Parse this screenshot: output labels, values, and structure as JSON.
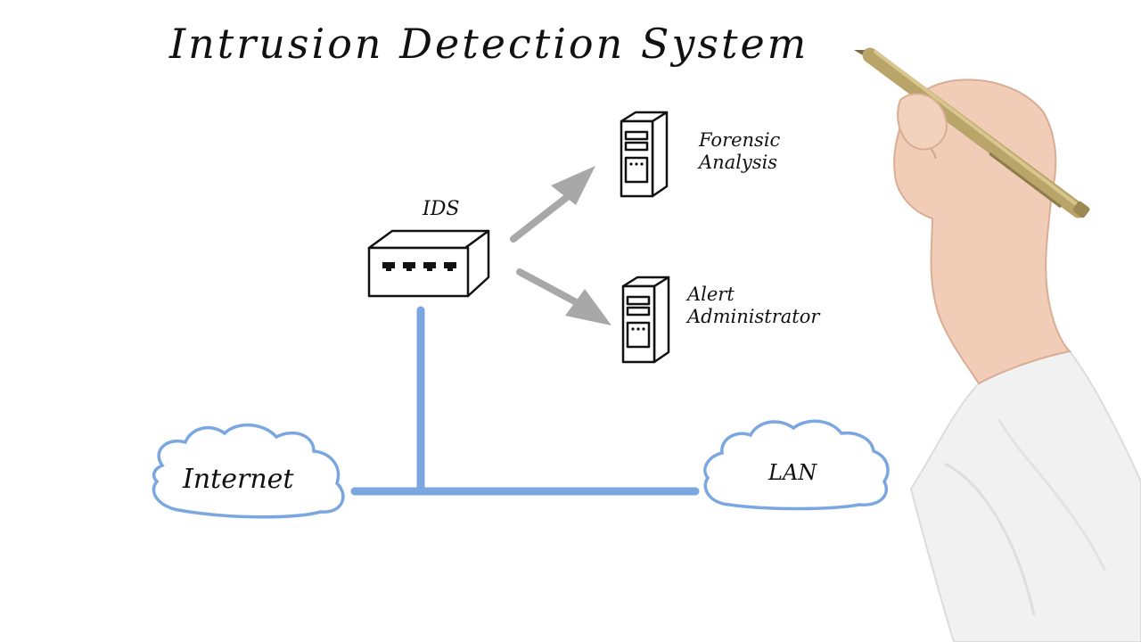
{
  "title": "Intrusion Detection System",
  "nodes": {
    "ids": "IDS",
    "forensic": [
      "Forensic",
      "Analysis"
    ],
    "alert": [
      "Alert",
      "Administrator"
    ],
    "internet": "Internet",
    "lan": "LAN"
  },
  "colors": {
    "link": "#7aa7e0",
    "arrow": "#a8a8a8",
    "ink": "#111111",
    "pen": "#b9a46a",
    "sleeve": "#f1f1f1",
    "skin": "#f1cdb7"
  },
  "icons": [
    "ids-device-icon",
    "server-icon",
    "cloud-icon",
    "pen-icon",
    "hand-icon"
  ]
}
